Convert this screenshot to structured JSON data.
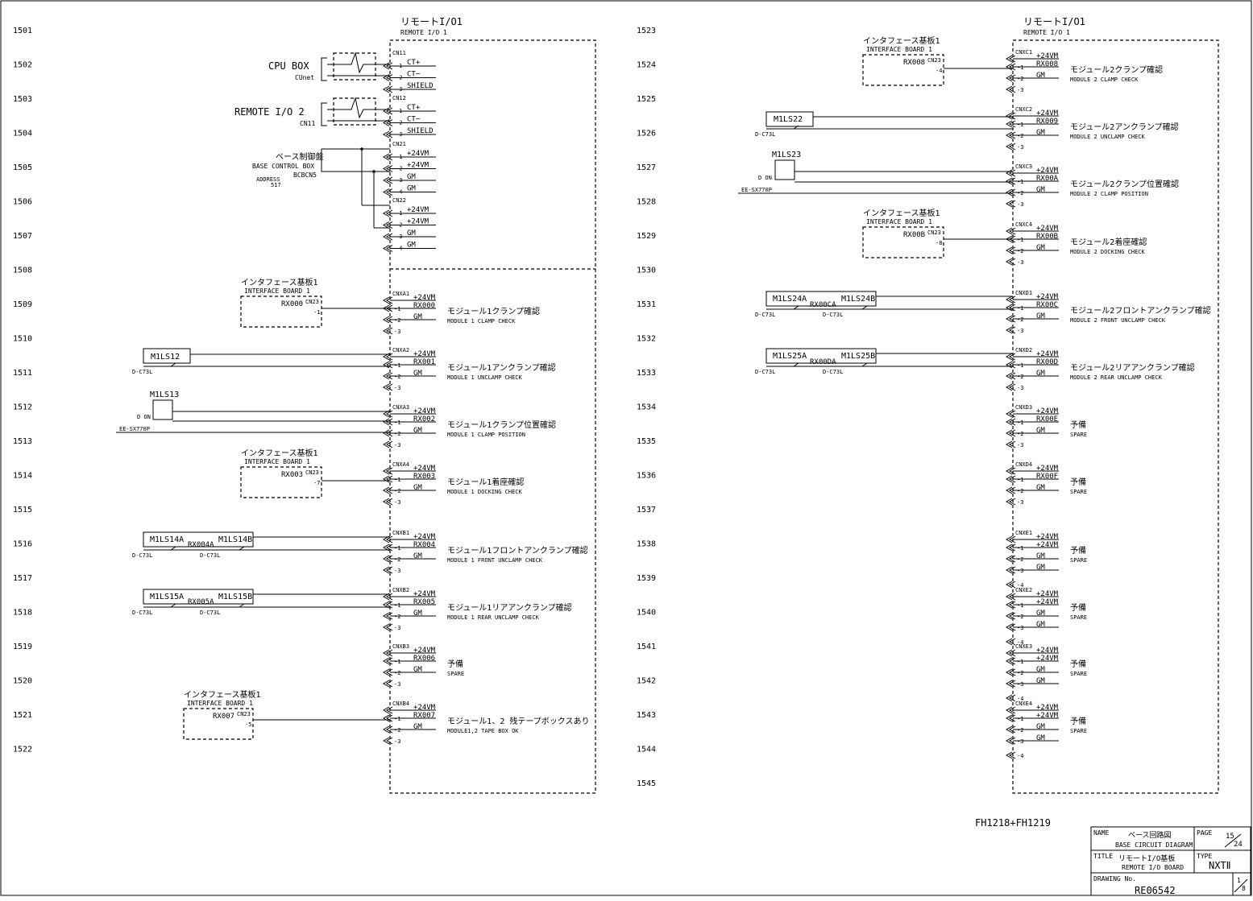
{
  "rows_left": [
    "1501",
    "1502",
    "1503",
    "1504",
    "1505",
    "1506",
    "1507",
    "1508",
    "1509",
    "1510",
    "1511",
    "1512",
    "1513",
    "1514",
    "1515",
    "1516",
    "1517",
    "1518",
    "1519",
    "1520",
    "1521",
    "1522"
  ],
  "rows_right": [
    "1523",
    "1524",
    "1525",
    "1526",
    "1527",
    "1528",
    "1529",
    "1530",
    "1531",
    "1532",
    "1533",
    "1534",
    "1535",
    "1536",
    "1537",
    "1538",
    "1539",
    "1540",
    "1541",
    "1542",
    "1543",
    "1544",
    "1545"
  ],
  "left_board": {
    "title_jp": "リモートI/O1",
    "title_en": "REMOTE I/O 1"
  },
  "right_board": {
    "title_jp": "リモートI/O1",
    "title_en": "REMOTE I/O 1"
  },
  "left_top": {
    "cpu_box": {
      "label": "CPU BOX",
      "sub": "CUnet"
    },
    "remote2": {
      "label": "REMOTE I/O 2",
      "sub": "CN11"
    },
    "base_ctrl": {
      "jp": "ベース制御盤",
      "en": "BASE CONTROL BOX",
      "code": "BCBCN5",
      "addr_label": "ADDRESS",
      "addr": "517"
    },
    "cn11": {
      "name": "CN11",
      "pins": [
        "CT+",
        "CT−",
        "SHIELD"
      ],
      "nums": [
        "1",
        "2",
        "3"
      ]
    },
    "cn12": {
      "name": "CN12",
      "pins": [
        "CT+",
        "CT−",
        "SHIELD"
      ],
      "nums": [
        "1",
        "2",
        "3"
      ]
    },
    "cn21": {
      "name": "CN21",
      "pins": [
        "+24VM",
        "+24VM",
        "GM",
        "GM"
      ],
      "nums": [
        "1",
        "2",
        "3",
        "4"
      ]
    },
    "cn22": {
      "name": "CN22",
      "pins": [
        "+24VM",
        "+24VM",
        "GM",
        "GM"
      ],
      "nums": [
        "1",
        "2",
        "3",
        "4"
      ]
    }
  },
  "left_groups": [
    {
      "cn": "CNXA1",
      "top": "+24VM",
      "sig": "RX000",
      "gm": "GM",
      "jp": "モジュール1クランプ確認",
      "en": "MODULE 1 CLAMP CHECK"
    },
    {
      "cn": "CNXA2",
      "top": "+24VM",
      "sig": "RX001",
      "gm": "GM",
      "jp": "モジュール1アンクランプ確認",
      "en": "MODULE 1 UNCLAMP CHECK"
    },
    {
      "cn": "CNXA3",
      "top": "+24VM",
      "sig": "RX002",
      "gm": "GM",
      "jp": "モジュール1クランプ位置確認",
      "en": "MODULE 1 CLAMP POSITION"
    },
    {
      "cn": "CNXA4",
      "top": "+24VM",
      "sig": "RX003",
      "gm": "GM",
      "jp": "モジュール1着座確認",
      "en": "MODULE 1 DOCKING CHECK"
    },
    {
      "cn": "CNXB1",
      "top": "+24VM",
      "sig": "RX004",
      "gm": "GM",
      "jp": "モジュール1フロントアンクランプ確認",
      "en": "MODULE 1 FRONT UNCLAMP CHECK"
    },
    {
      "cn": "CNXB2",
      "top": "+24VM",
      "sig": "RX005",
      "gm": "GM",
      "jp": "モジュール1リアアンクランプ確認",
      "en": "MODULE 1 REAR UNCLAMP CHECK"
    },
    {
      "cn": "CNXB3",
      "top": "+24VM",
      "sig": "RX006",
      "gm": "GM",
      "jp": "予備",
      "en": "SPARE"
    },
    {
      "cn": "CNXB4",
      "top": "+24VM",
      "sig": "RX007",
      "gm": "GM",
      "jp": "モジュール1、2 残テープボックスあり",
      "en": "MODULE1,2 TAPE BOX OK"
    }
  ],
  "right_groups": [
    {
      "cn": "CNXC1",
      "top": "+24VM",
      "sig": "RX008",
      "gm": "GM",
      "jp": "モジュール2クランプ確認",
      "en": "MODULE 2 CLAMP CHECK"
    },
    {
      "cn": "CNXC2",
      "top": "+24VM",
      "sig": "RX009",
      "gm": "GM",
      "jp": "モジュール2アンクランプ確認",
      "en": "MODULE 2 UNCLAMP CHECK"
    },
    {
      "cn": "CNXC3",
      "top": "+24VM",
      "sig": "RX00A",
      "gm": "GM",
      "jp": "モジュール2クランプ位置確認",
      "en": "MODULE 2 CLAMP POSITION"
    },
    {
      "cn": "CNXC4",
      "top": "+24VM",
      "sig": "RX00B",
      "gm": "GM",
      "jp": "モジュール2着座確認",
      "en": "MODULE 2 DOCKING CHECK"
    },
    {
      "cn": "CNXD1",
      "top": "+24VM",
      "sig": "RX00C",
      "gm": "GM",
      "jp": "モジュール2フロントアンクランプ確認",
      "en": "MODULE 2 FRONT UNCLAMP CHECK"
    },
    {
      "cn": "CNXD2",
      "top": "+24VM",
      "sig": "RX00D",
      "gm": "GM",
      "jp": "モジュール2リアアンクランプ確認",
      "en": "MODULE 2 REAR UNCLAMP CHECK"
    },
    {
      "cn": "CNXD3",
      "top": "+24VM",
      "sig": "RX00E",
      "gm": "GM",
      "jp": "予備",
      "en": "SPARE"
    },
    {
      "cn": "CNXD4",
      "top": "+24VM",
      "sig": "RX00F",
      "gm": "GM",
      "jp": "予備",
      "en": "SPARE"
    }
  ],
  "right_spares": [
    {
      "cn": "CNXE1",
      "pins": [
        "+24VM",
        "+24VM",
        "GM",
        "GM"
      ],
      "jp": "予備",
      "en": "SPARE"
    },
    {
      "cn": "CNXE2",
      "pins": [
        "+24VM",
        "+24VM",
        "GM",
        "GM"
      ],
      "jp": "予備",
      "en": "SPARE"
    },
    {
      "cn": "CNXE3",
      "pins": [
        "+24VM",
        "+24VM",
        "GM",
        "GM"
      ],
      "jp": "予備",
      "en": "SPARE"
    },
    {
      "cn": "CNXE4",
      "pins": [
        "+24VM",
        "+24VM",
        "GM",
        "GM"
      ],
      "jp": "予備",
      "en": "SPARE"
    }
  ],
  "pin_nums": [
    "1",
    "2",
    "3",
    "4"
  ],
  "if_board": {
    "jp": "インタフェース基板1",
    "en": "INTERFACE BOARD 1",
    "cn": "CN23"
  },
  "if_boards_left": [
    {
      "sig": "RX000",
      "pin": "-1"
    },
    {
      "sig": "RX003",
      "pin": "-7"
    },
    {
      "sig": "RX007",
      "pin": "-5"
    }
  ],
  "if_boards_right": [
    {
      "sig": "RX008",
      "pin": "-4"
    },
    {
      "sig": "RX00B",
      "pin": "-8"
    }
  ],
  "sensors": {
    "m1ls12": "M1LS12",
    "m1ls13": "M1LS13",
    "m1ls14a": "M1LS14A",
    "m1ls14b": "M1LS14B",
    "rx004a": "RX004A",
    "m1ls15a": "M1LS15A",
    "m1ls15b": "M1LS15B",
    "rx005a": "RX005A",
    "m1ls22": "M1LS22",
    "m1ls23": "M1LS23",
    "m1ls24a": "M1LS24A",
    "m1ls24b": "M1LS24B",
    "rx00ca": "RX00CA",
    "m1ls25a": "M1LS25A",
    "m1ls25b": "M1LS25B",
    "rx00da": "RX00DA",
    "d_c73l": "D-C73L",
    "don": "D ON",
    "ee": "EE-SX770P"
  },
  "model": "FH1218+FH1219",
  "title_block": {
    "name_label": "NAME",
    "name_jp": "ベース回路図",
    "name_en": "BASE CIRCUIT DIAGRAM",
    "page_label": "PAGE",
    "page_num": "15",
    "page_total": "24",
    "title_label": "TITLE",
    "title_jp": "リモートI/O基板",
    "title_en": "REMOTE I/O BOARD",
    "type_label": "TYPE",
    "type_val": "NXTⅡ",
    "drawing_label": "DRAWING No.",
    "drawing_no": "RE06542",
    "sheet_num": "1",
    "sheet_total": "8"
  }
}
